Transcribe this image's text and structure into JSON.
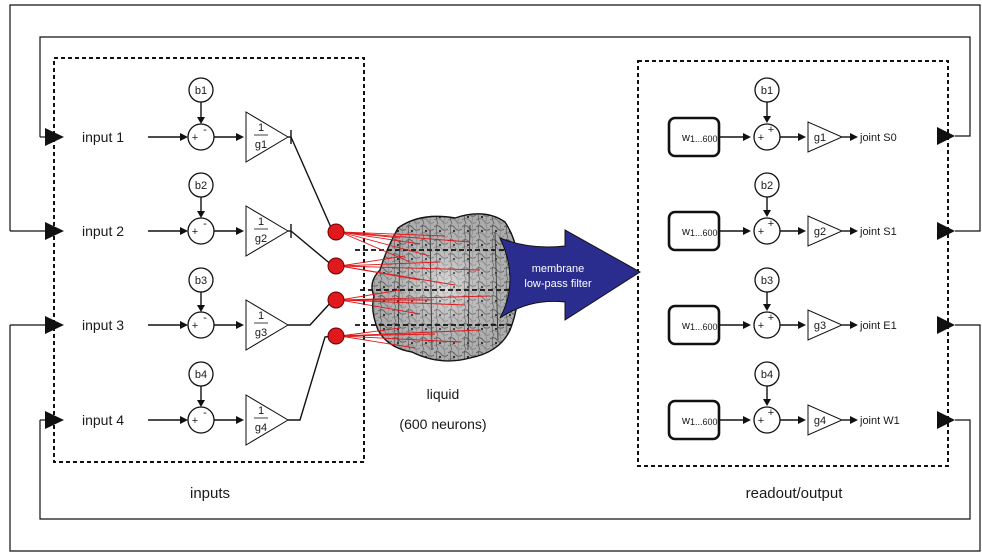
{
  "inputs": {
    "section_label": "inputs",
    "rows": [
      {
        "label": "input 1",
        "bias": "b1",
        "gain": "g1",
        "sign_top": "+",
        "sign_side": "-"
      },
      {
        "label": "input 2",
        "bias": "b2",
        "gain": "g2",
        "sign_top": "+",
        "sign_side": "-"
      },
      {
        "label": "input 3",
        "bias": "b3",
        "gain": "g3",
        "sign_top": "+",
        "sign_side": "-"
      },
      {
        "label": "input 4",
        "bias": "b4",
        "gain": "g4",
        "sign_top": "+",
        "sign_side": "-"
      }
    ],
    "gain_numerator": "1"
  },
  "liquid": {
    "title": "liquid",
    "subtitle": "(600 neurons)",
    "filter_line1": "membrane",
    "filter_line2": "low-pass filter"
  },
  "readout": {
    "section_label": "readout/output",
    "weight_label": "w",
    "weight_sub": "1...600",
    "rows": [
      {
        "bias": "b1",
        "gain": "g1",
        "joint": "joint S0"
      },
      {
        "bias": "b2",
        "gain": "g2",
        "joint": "joint S1"
      },
      {
        "bias": "b3",
        "gain": "g3",
        "joint": "joint E1"
      },
      {
        "bias": "b4",
        "gain": "g4",
        "joint": "joint W1"
      }
    ]
  },
  "colors": {
    "neuron": "#e0191c",
    "arrow": "#2b2d8e",
    "stroke": "#111111"
  }
}
